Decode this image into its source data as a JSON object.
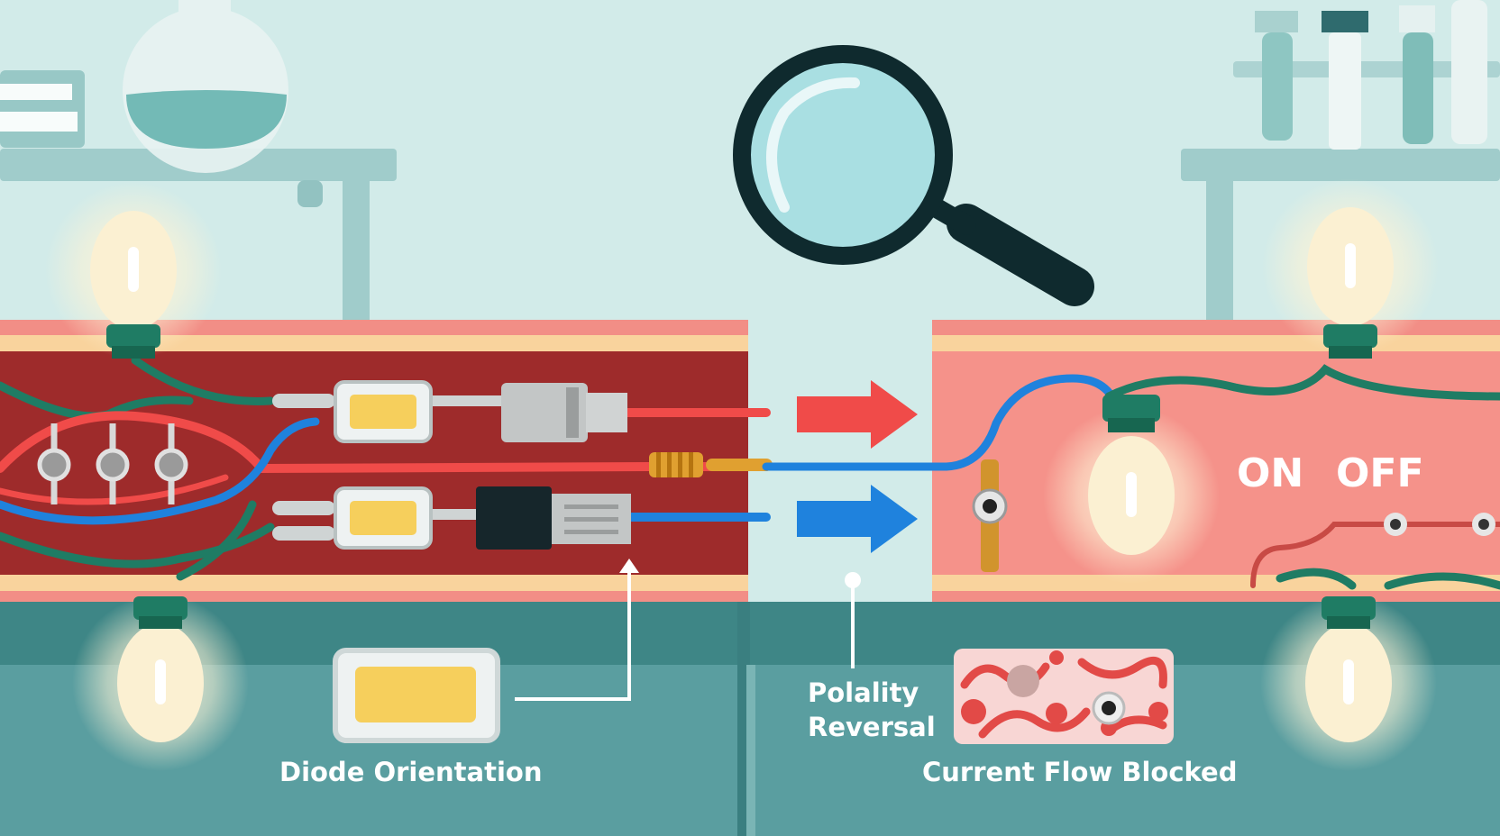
{
  "labels": {
    "diode_orientation": "Diode Orientation",
    "polarity_line1": "Polality",
    "polarity_line2": "Reversal",
    "current_flow_blocked": "Current Flow Blocked",
    "switch_on": "ON",
    "switch_off": "OFF"
  },
  "colors": {
    "background": "#d2ebe9",
    "board_dark": "#9e2b2b",
    "board_light": "#f28e86",
    "board_stripe": "#f9d39d",
    "floor": "#5a9ea0",
    "wire_red": "#f04b49",
    "wire_blue": "#1f82dd",
    "wire_green": "#1f7c64",
    "diode_yellow": "#f6cf5c",
    "magnifier_frame": "#0f2a2e",
    "bulb_glow": "#fdf3d6"
  },
  "icons": [
    "magnifying-glass-icon",
    "light-bulb-icon",
    "diode-icon",
    "arrow-right-icon",
    "flask-icon",
    "test-tubes-icon",
    "blocked-flow-icon"
  ]
}
